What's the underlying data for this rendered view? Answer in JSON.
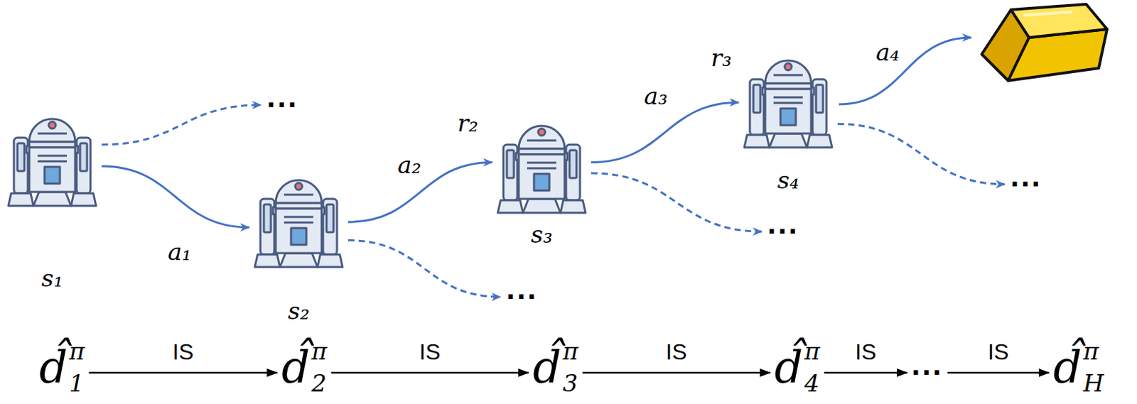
{
  "diagram": {
    "nodes": [
      {
        "text": [
          "s₁"
        ]
      },
      {
        "text": [
          "..."
        ]
      },
      {
        "text": [
          "s₂"
        ]
      },
      {
        "text": [
          "..."
        ]
      },
      {
        "text": [
          "s₃"
        ]
      },
      {
        "text": [
          "..."
        ]
      },
      {
        "text": [
          "s₄"
        ]
      },
      {
        "text": [
          "..."
        ]
      },
      {
        "text": [
          "d̂",
          "π",
          "1"
        ]
      },
      {
        "text": [
          "d̂",
          "π",
          "2"
        ]
      },
      {
        "text": [
          "d̂",
          "π",
          "3"
        ]
      },
      {
        "text": [
          "d̂",
          "π",
          "4"
        ]
      },
      {
        "text": [
          "..."
        ]
      },
      {
        "text": [
          "d̂",
          "π",
          "H"
        ]
      }
    ],
    "edges": [
      {
        "from": 0,
        "to": 2,
        "arrow": "to",
        "label": "a₁"
      },
      {
        "from": 0,
        "to": 1,
        "arrow": "to"
      },
      {
        "from": 2,
        "to": 4,
        "arrow": "to",
        "label": "a₂"
      },
      {
        "from": 2,
        "to": 3,
        "arrow": "to"
      },
      {
        "from": 4,
        "to": 6,
        "arrow": "to",
        "label": "a₃"
      },
      {
        "from": 4,
        "to": 5,
        "arrow": "to"
      },
      {
        "from": 6,
        "to": 7,
        "arrow": "to"
      },
      {
        "from": 8,
        "to": 9,
        "arrow": "to",
        "label": "IS"
      },
      {
        "from": 9,
        "to": 10,
        "arrow": "to",
        "label": "IS"
      },
      {
        "from": 10,
        "to": 11,
        "arrow": "to",
        "label": "IS"
      },
      {
        "from": 11,
        "to": 12,
        "arrow": "to",
        "label": "IS"
      },
      {
        "from": 12,
        "to": 13,
        "arrow": "to",
        "label": "IS"
      }
    ],
    "labels": [
      "r₂",
      "r₃",
      "a₄"
    ]
  }
}
